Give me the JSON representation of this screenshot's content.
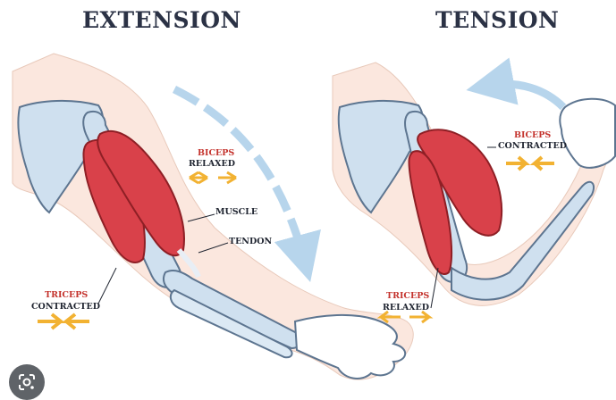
{
  "headings": {
    "left": "EXTENSION",
    "right": "TENSION"
  },
  "extension": {
    "biceps_name": "BICEPS",
    "biceps_state": "RELAXED",
    "muscle_label": "MUSCLE",
    "tendon_label": "TENDON",
    "triceps_name": "TRICEPS",
    "triceps_state": "CONTRACTED"
  },
  "tension": {
    "biceps_name": "BICEPS",
    "biceps_state": "CONTRACTED",
    "triceps_name": "TRICEPS",
    "triceps_state": "RELAXED"
  },
  "colors": {
    "heading": "#2b3245",
    "label_red": "#c4332d",
    "muscle": "#d9414a",
    "bone": "#cfe0ef",
    "skin": "#fbe7de",
    "arrow_blue": "#b7d5ec",
    "arrow_orange": "#f2b232"
  },
  "icons": {
    "lens": "google-lens-icon"
  }
}
